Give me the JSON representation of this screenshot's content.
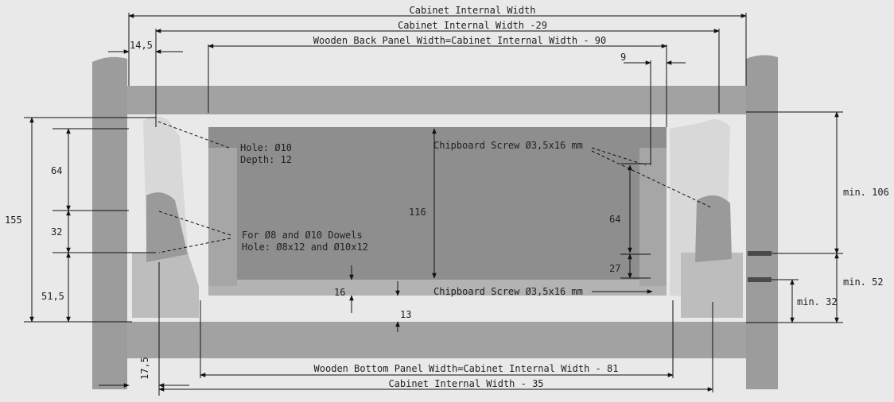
{
  "labels": {
    "cabinet_internal_width": "Cabinet Internal Width",
    "cabinet_internal_width_29": "Cabinet Internal Width -29",
    "back_panel_width": "Wooden Back Panel Width=Cabinet Internal Width - 90",
    "bottom_panel_width": "Wooden Bottom Panel Width=Cabinet Internal Width - 81",
    "cabinet_internal_width_35": "Cabinet Internal Width - 35",
    "dim_14_5": "14,5",
    "dim_9": "9",
    "dim_64_left": "64",
    "dim_32_left": "32",
    "dim_51_5": "51,5",
    "dim_155": "155",
    "dim_116": "116",
    "dim_64_right": "64",
    "dim_27": "27",
    "dim_16": "16",
    "dim_13": "13",
    "dim_17_5": "17,5",
    "min_106": "min. 106",
    "min_52": "min. 52",
    "min_32": "min. 32",
    "hole_line1": "Hole: Ø10",
    "hole_line2": "Depth: 12",
    "dowel_line1": "For Ø8 and Ø10 Dowels",
    "dowel_line2": "Hole: Ø8x12 and Ø10x12",
    "screw_top": "Chipboard Screw Ø3,5x16 mm",
    "screw_bottom": "Chipboard Screw Ø3,5x16 mm"
  },
  "colors": {
    "background": "#e9e9e9",
    "cabinet_wall": "#9c9c9c",
    "back_panel": "#8e8e8e",
    "drawer_side": "#d8d8d8",
    "line": "#111111"
  }
}
